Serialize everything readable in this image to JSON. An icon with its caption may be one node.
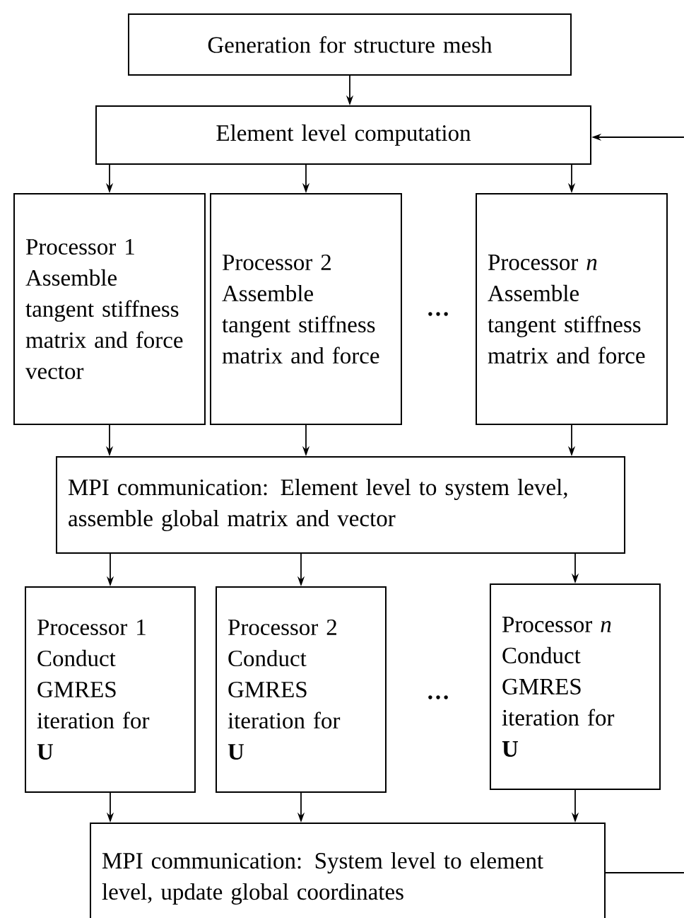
{
  "diagram": {
    "nodes": [
      {
        "text": [
          "Generation for structure mesh"
        ]
      },
      {
        "text": [
          "Element level computation"
        ]
      },
      {
        "text": [
          "Processor 1",
          "Assemble tangent stiffness matrix and force vector"
        ]
      },
      {
        "text": [
          "Processor 2",
          "Assemble tangent stiffness matrix and force"
        ]
      },
      {
        "text": [
          "Processor *n*",
          "Assemble tangent stiffness matrix and force"
        ]
      },
      {
        "text": [
          "MPI communication: Element level to system level, assemble global matrix and vector"
        ]
      },
      {
        "text": [
          "Processor 1",
          "Conduct GMRES iteration for **U**"
        ]
      },
      {
        "text": [
          "Processor 2",
          "Conduct GMRES iteration for **U**"
        ]
      },
      {
        "text": [
          "Processor *n*",
          "Conduct GMRES iteration for **U**"
        ]
      },
      {
        "text": [
          "MPI communication: System level to element level, update global coordinates"
        ]
      }
    ],
    "edges": [
      {
        "from": 0,
        "to": 1,
        "arrow": "to"
      },
      {
        "from": 1,
        "to": 2,
        "arrow": "to"
      },
      {
        "from": 1,
        "to": 3,
        "arrow": "to"
      },
      {
        "from": 1,
        "to": 4,
        "arrow": "to"
      },
      {
        "from": 2,
        "to": 5,
        "arrow": "to"
      },
      {
        "from": 3,
        "to": 5,
        "arrow": "to"
      },
      {
        "from": 4,
        "to": 5,
        "arrow": "to"
      },
      {
        "from": 5,
        "to": 6,
        "arrow": "to"
      },
      {
        "from": 5,
        "to": 7,
        "arrow": "to"
      },
      {
        "from": 5,
        "to": 8,
        "arrow": "to"
      },
      {
        "from": 6,
        "to": 9,
        "arrow": "to"
      },
      {
        "from": 7,
        "to": 9,
        "arrow": "to"
      },
      {
        "from": 8,
        "to": 9,
        "arrow": "to"
      },
      {
        "from": 9,
        "to": null,
        "arrow": "none"
      },
      {
        "from": null,
        "to": 1,
        "arrow": "to"
      }
    ],
    "labels": [
      "…",
      "…"
    ]
  }
}
